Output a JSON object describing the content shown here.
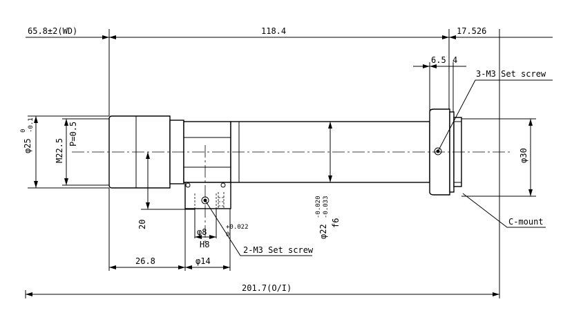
{
  "drawing": {
    "dims": {
      "wd": "65.8±2(WD)",
      "overall_length": "118.4",
      "rear_length": "17.526",
      "d6_5": "6.5",
      "d4": "4",
      "set_screw_top": "3-M3 Set screw",
      "front_dia": "φ25",
      "front_dia_tol_upper": "0",
      "front_dia_tol_lower": "-0.1",
      "thread": "M22.5",
      "pitch": "P=0.5",
      "height_20": "20",
      "pin_dia": "φ8",
      "pin_tol_upper": "+0.022",
      "pin_tol_lower": "0",
      "pin_fit": "H8",
      "flange_dia": "φ14",
      "set_screw_side": "2-M3 Set screw",
      "front_to_flange": "26.8",
      "tube_dia": "φ22",
      "tube_tol_upper": "-0.020",
      "tube_tol_lower": "-0.033",
      "tube_fit": "f6",
      "mount_dia": "φ30",
      "mount": "C-mount",
      "total": "201.7(O/I)"
    }
  }
}
